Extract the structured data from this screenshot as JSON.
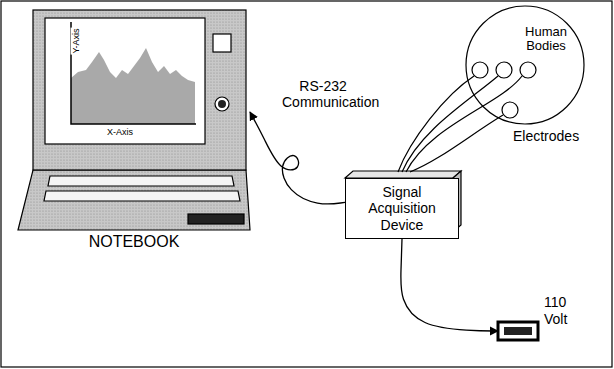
{
  "diagram": {
    "nodes": [
      {
        "text": [
          "NOTEBOOK"
        ]
      },
      {
        "text": [
          "Signal Acquisition Device"
        ]
      },
      {
        "text": [
          "Human Bodies"
        ]
      },
      {
        "text": [
          "110 Volt"
        ]
      }
    ],
    "edges": [
      {
        "from": 1,
        "to": 0,
        "label": "RS-232 Communication",
        "arrow": "to"
      },
      {
        "from": 1,
        "to": 3,
        "arrow": "to"
      }
    ],
    "labels": [
      "Y-Axis",
      "X-Axis",
      "Electrodes"
    ]
  }
}
